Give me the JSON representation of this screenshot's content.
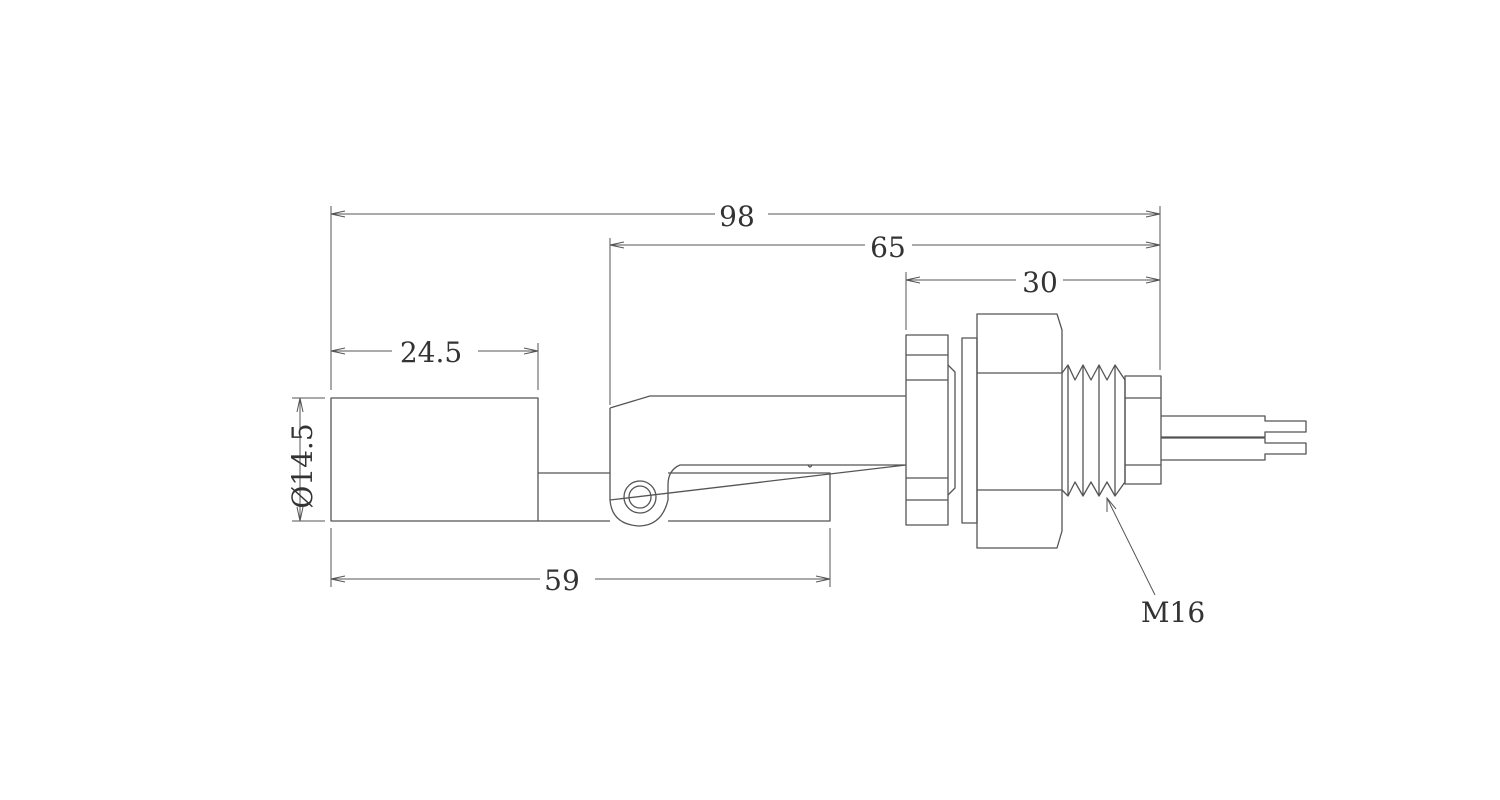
{
  "drawing": {
    "dimensions": {
      "overall_length": "98",
      "hinge_to_end": "65",
      "nut_to_end": "30",
      "float_length": "24.5",
      "float_diameter": "Ø14.5",
      "float_to_arm_end": "59"
    },
    "thread_callout": "M16"
  }
}
